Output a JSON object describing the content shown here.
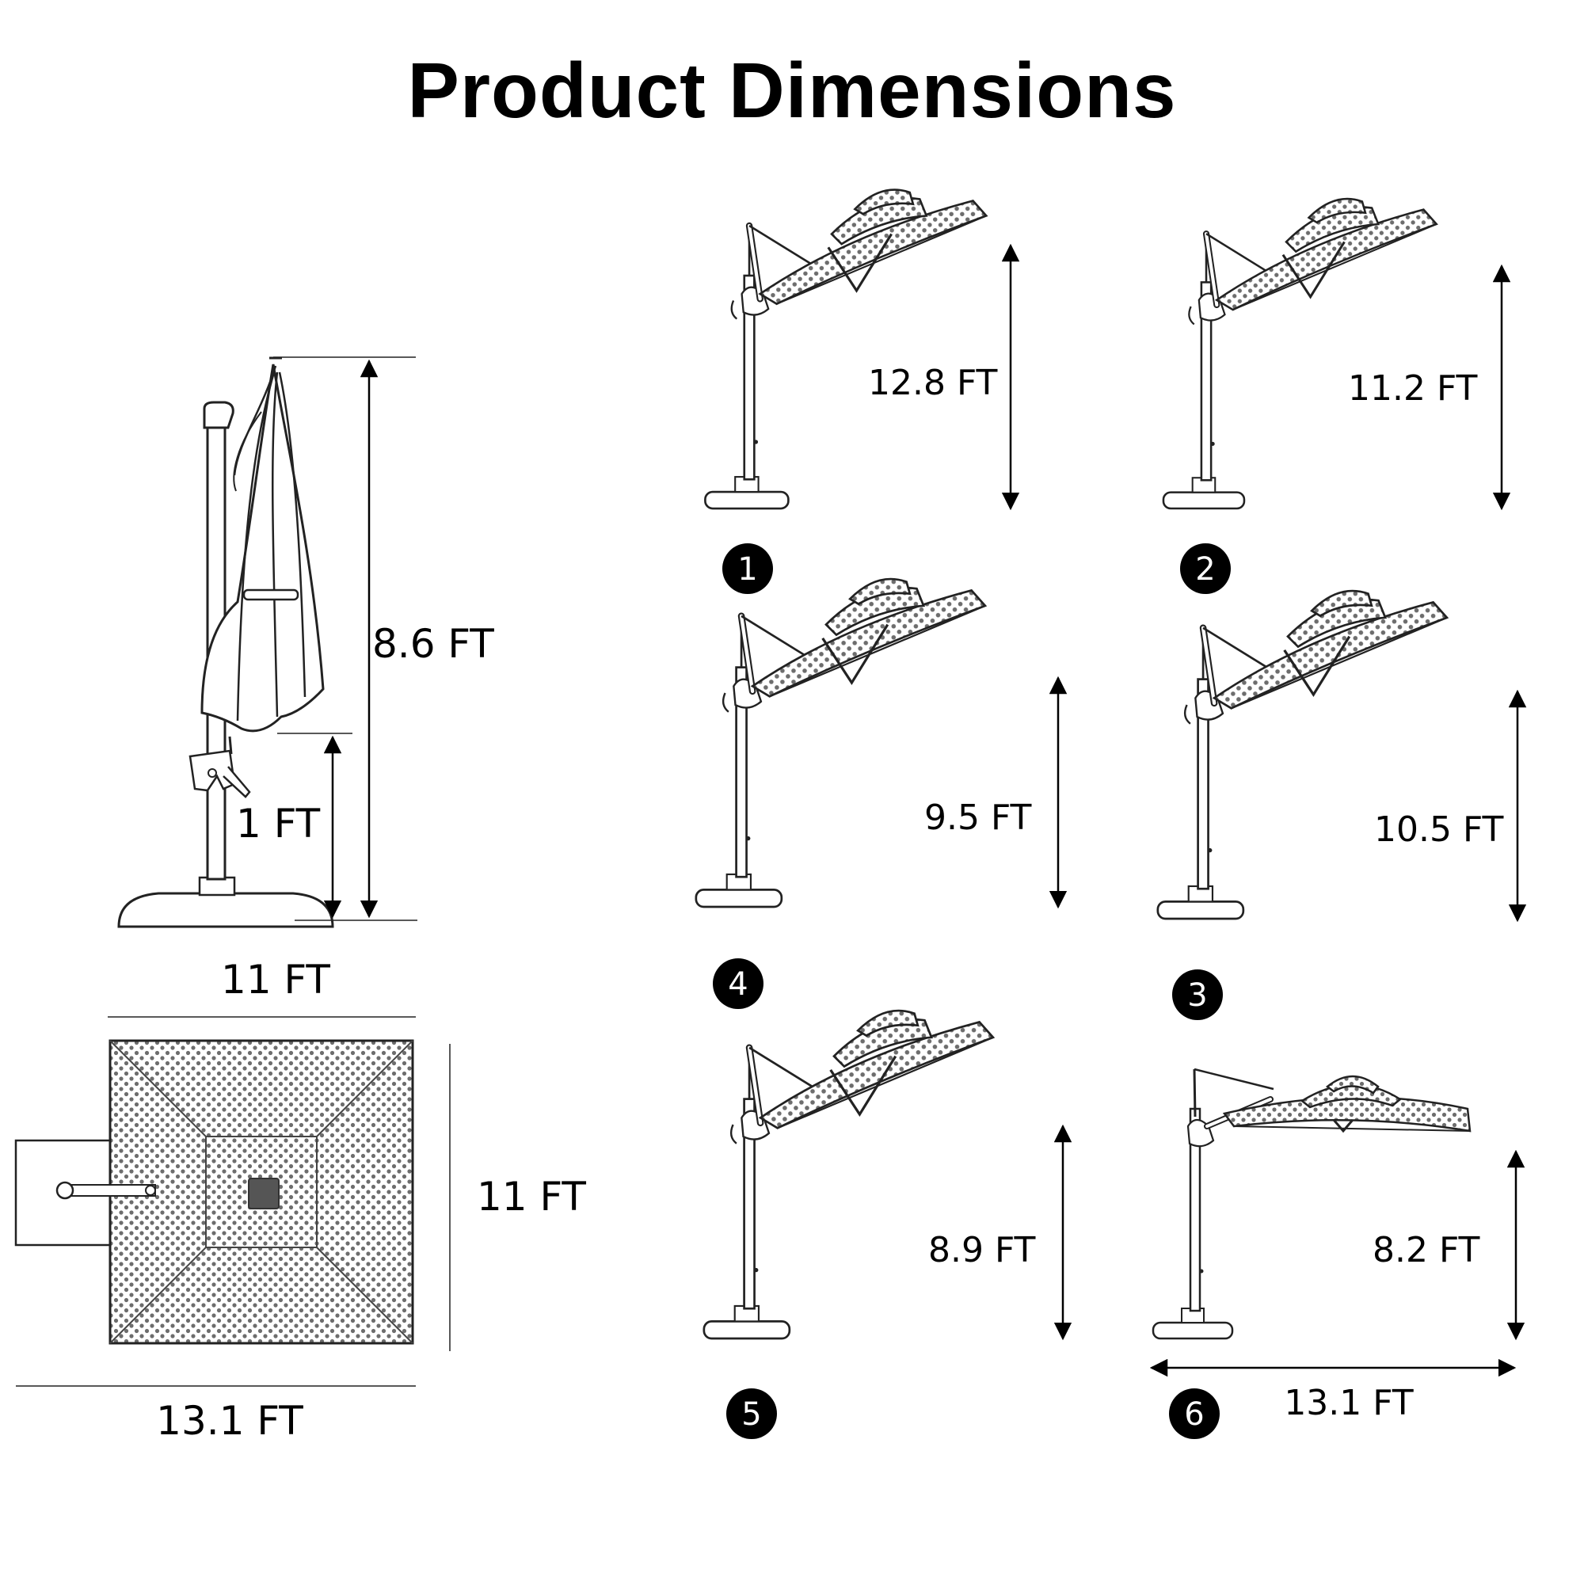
{
  "title": "Product Dimensions",
  "closed": {
    "height": "8.6 FT",
    "base_gap": "1 FT",
    "top_width": "11 FT"
  },
  "top_view": {
    "side": "11 FT",
    "span": "13.1 FT"
  },
  "positions": [
    {
      "badge": "1",
      "height": "12.8 FT"
    },
    {
      "badge": "2",
      "height": "11.2 FT"
    },
    {
      "badge": "4",
      "height": "9.5 FT"
    },
    {
      "badge": "3",
      "height": "10.5 FT"
    },
    {
      "badge": "5",
      "height": "8.9 FT"
    },
    {
      "badge": "6",
      "height": "8.2 FT",
      "width": "13.1 FT"
    }
  ]
}
